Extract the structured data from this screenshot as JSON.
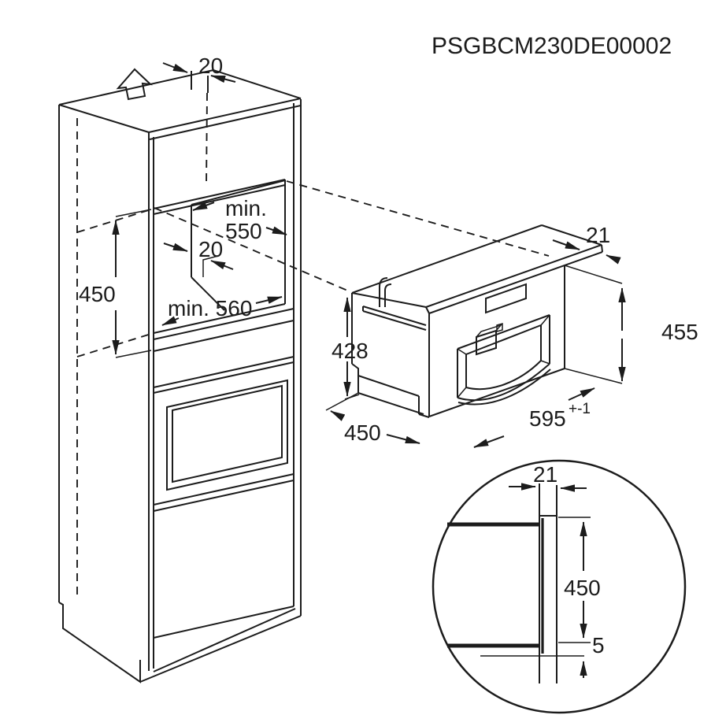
{
  "title": "PSGBCM230DE00002",
  "colors": {
    "line": "#1c1c1c",
    "bg": "#ffffff"
  },
  "cabinet": {
    "dim_top_rear_gap": "20",
    "dim_niche_width_min_label": "min.",
    "dim_niche_width_value": "550",
    "dim_niche_rear_gap": "20",
    "dim_niche_height": "450",
    "dim_niche_depth_min": "min. 560"
  },
  "appliance": {
    "dim_height": "428",
    "dim_depth": "450",
    "dim_frame_thickness": "21",
    "dim_front_height": "455",
    "dim_front_width": "595",
    "dim_front_width_tolerance": "+-1"
  },
  "detail_view": {
    "dim_frame_thickness": "21",
    "dim_niche_height": "450",
    "dim_bottom_overlap": "5"
  }
}
